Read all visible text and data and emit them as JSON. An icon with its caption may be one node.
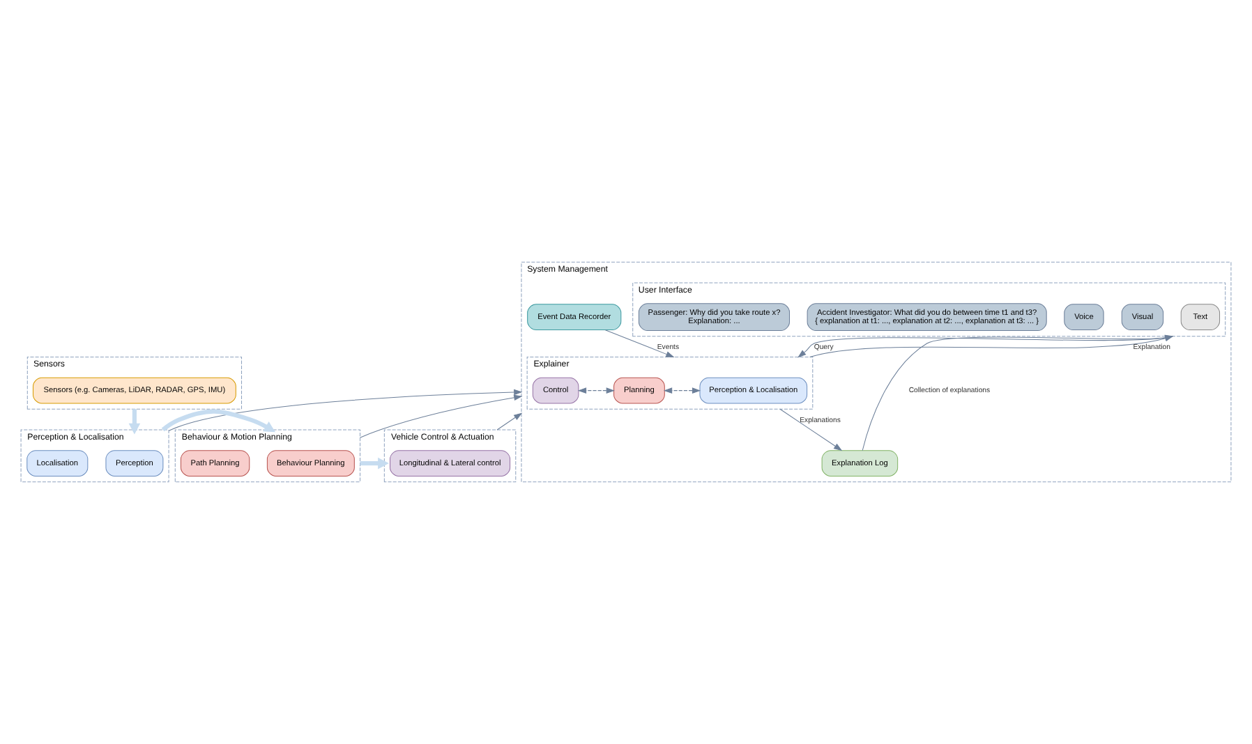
{
  "diagram": {
    "nodes": [
      {
        "text": [
          "System Management"
        ]
      },
      {
        "text": [
          "User Interface"
        ],
        "in": 0
      },
      {
        "text": [
          "Text"
        ],
        "in": 1
      },
      {
        "text": [
          "Visual"
        ],
        "in": 1
      },
      {
        "text": [
          "Voice"
        ],
        "in": 1
      },
      {
        "text": [
          "Accident Investigator: What did you do between time t1 and t3?",
          "{ explanation at t1: ..., explanation at t2: ..., explanation at t3: ... }"
        ],
        "in": 1
      },
      {
        "text": [
          "Passenger: Why did you take route x?",
          "Explanation: ..."
        ],
        "in": 1
      },
      {
        "text": [
          "Explanation Log"
        ],
        "in": 0
      },
      {
        "text": [
          "Event Data Recorder"
        ],
        "in": 0
      },
      {
        "text": [
          "Explainer"
        ],
        "in": 0
      },
      {
        "text": [
          "Perception & Localisation"
        ],
        "in": 9
      },
      {
        "text": [
          "Planning"
        ],
        "in": 9
      },
      {
        "text": [
          "Control"
        ],
        "in": 9
      },
      {
        "text": [
          "Sensors"
        ]
      },
      {
        "text": [
          "Sensors (e.g. Cameras, LiDAR, RADAR, GPS, IMU)"
        ],
        "in": 13
      },
      {
        "text": [
          "Perception & Localisation"
        ]
      },
      {
        "text": [
          "Perception"
        ],
        "in": 15
      },
      {
        "text": [
          "Localisation"
        ],
        "in": 15
      },
      {
        "text": [
          "Behaviour & Motion Planning"
        ]
      },
      {
        "text": [
          "Behaviour Planning"
        ],
        "in": 18
      },
      {
        "text": [
          "Path Planning"
        ],
        "in": 18
      },
      {
        "text": [
          "Vehicle Control & Actuation"
        ]
      },
      {
        "text": [
          "Longitudinal & Lateral control"
        ],
        "in": 21
      }
    ],
    "edges": [
      {
        "from": 7,
        "to": 1,
        "arrow": "to",
        "label": "Collection of explanations"
      },
      {
        "from": 1,
        "to": 9,
        "arrow": "to",
        "label": "Query"
      },
      {
        "from": 9,
        "to": 1,
        "arrow": "to",
        "label": "Explanation"
      },
      {
        "from": 9,
        "to": 7,
        "arrow": "to",
        "label": "Explanations"
      },
      {
        "from": 8,
        "to": 9,
        "arrow": "to",
        "label": "Events"
      },
      {
        "from": 10,
        "to": 11,
        "arrow": "both",
        "style": "dashed"
      },
      {
        "from": 11,
        "to": 12,
        "arrow": "both",
        "style": "dashed"
      },
      {
        "from": 13,
        "to": 15,
        "arrow": "to",
        "style": "thick",
        "color": "#c6dcf0"
      },
      {
        "from": 15,
        "to": 18,
        "arrow": "to",
        "style": "thick",
        "color": "#c6dcf0"
      },
      {
        "from": 18,
        "to": 21,
        "arrow": "to",
        "style": "thick",
        "color": "#c6dcf0"
      },
      {
        "from": 15,
        "to": 0,
        "arrow": "to"
      },
      {
        "from": 18,
        "to": 0,
        "arrow": "to"
      },
      {
        "from": 21,
        "to": 0,
        "arrow": "to"
      }
    ]
  }
}
